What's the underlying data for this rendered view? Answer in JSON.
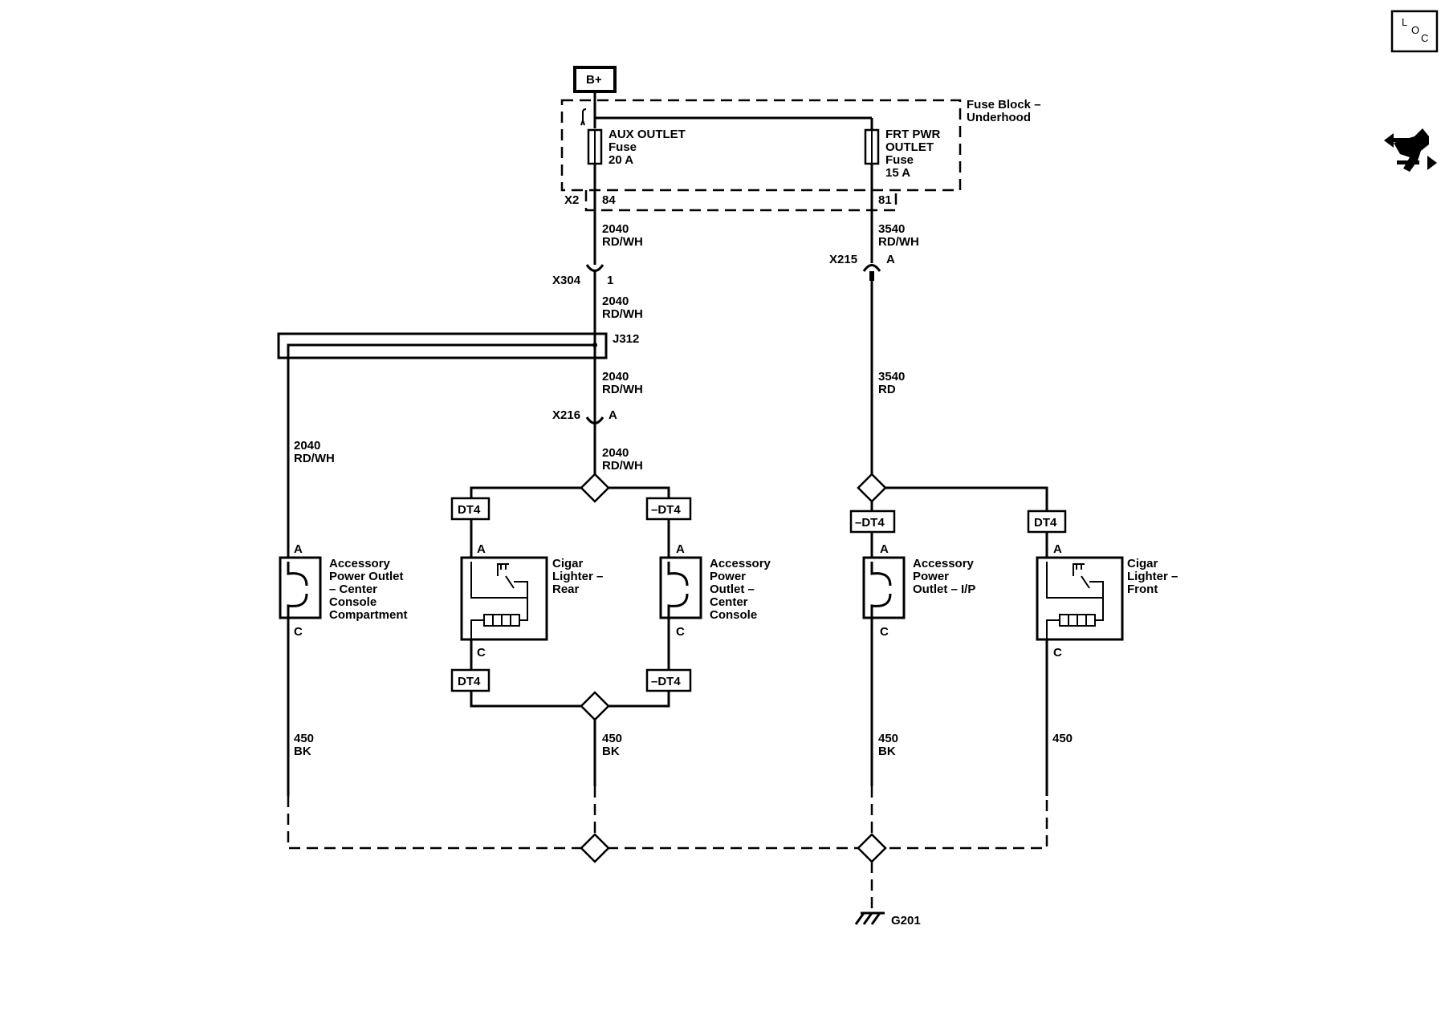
{
  "supply": {
    "label": "B+"
  },
  "fuse_block": {
    "line1": "Fuse Block –",
    "line2": "Underhood",
    "connector": "X2"
  },
  "fuses": [
    {
      "l1": "AUX OUTLET",
      "l2": "Fuse",
      "l3": "20 A",
      "l4": "",
      "pin": "84"
    },
    {
      "l1": "FRT PWR",
      "l2": "OUTLET",
      "l3": "Fuse",
      "l4": "15 A",
      "pin": "81"
    }
  ],
  "wires": {
    "w2040": {
      "circuit": "2040",
      "color": "RD/WH"
    },
    "w3540a": {
      "circuit": "3540",
      "color": "RD/WH"
    },
    "w3540b": {
      "circuit": "3540",
      "color": "RD"
    },
    "ground_bk": {
      "circuit": "450",
      "color": "BK"
    },
    "ground_plain": {
      "circuit": "450",
      "color": ""
    }
  },
  "connectors": {
    "x304": {
      "name": "X304",
      "pin": "1"
    },
    "x215": {
      "name": "X215",
      "pin": "A"
    },
    "x216": {
      "name": "X216",
      "pin": "A"
    },
    "j312": {
      "name": "J312"
    }
  },
  "option_codes": {
    "dt4": "DT4",
    "not_dt4": "–DT4"
  },
  "pins": {
    "a": "A",
    "c": "C"
  },
  "components": [
    {
      "lines": [
        "Accessory",
        "Power Outlet",
        "– Center",
        "Console",
        "Compartment"
      ]
    },
    {
      "lines": [
        "Cigar",
        "Lighter –",
        "Rear"
      ]
    },
    {
      "lines": [
        "Accessory",
        "Power",
        "Outlet –",
        "Center",
        "Console"
      ]
    },
    {
      "lines": [
        "Accessory",
        "Power",
        "Outlet – I/P"
      ]
    },
    {
      "lines": [
        "Cigar",
        "Lighter –",
        "Front"
      ]
    }
  ],
  "ground": {
    "label": "G201"
  },
  "side_icons": {
    "loc": [
      "L",
      "O",
      "C"
    ],
    "service": "service-wrench-icon"
  }
}
